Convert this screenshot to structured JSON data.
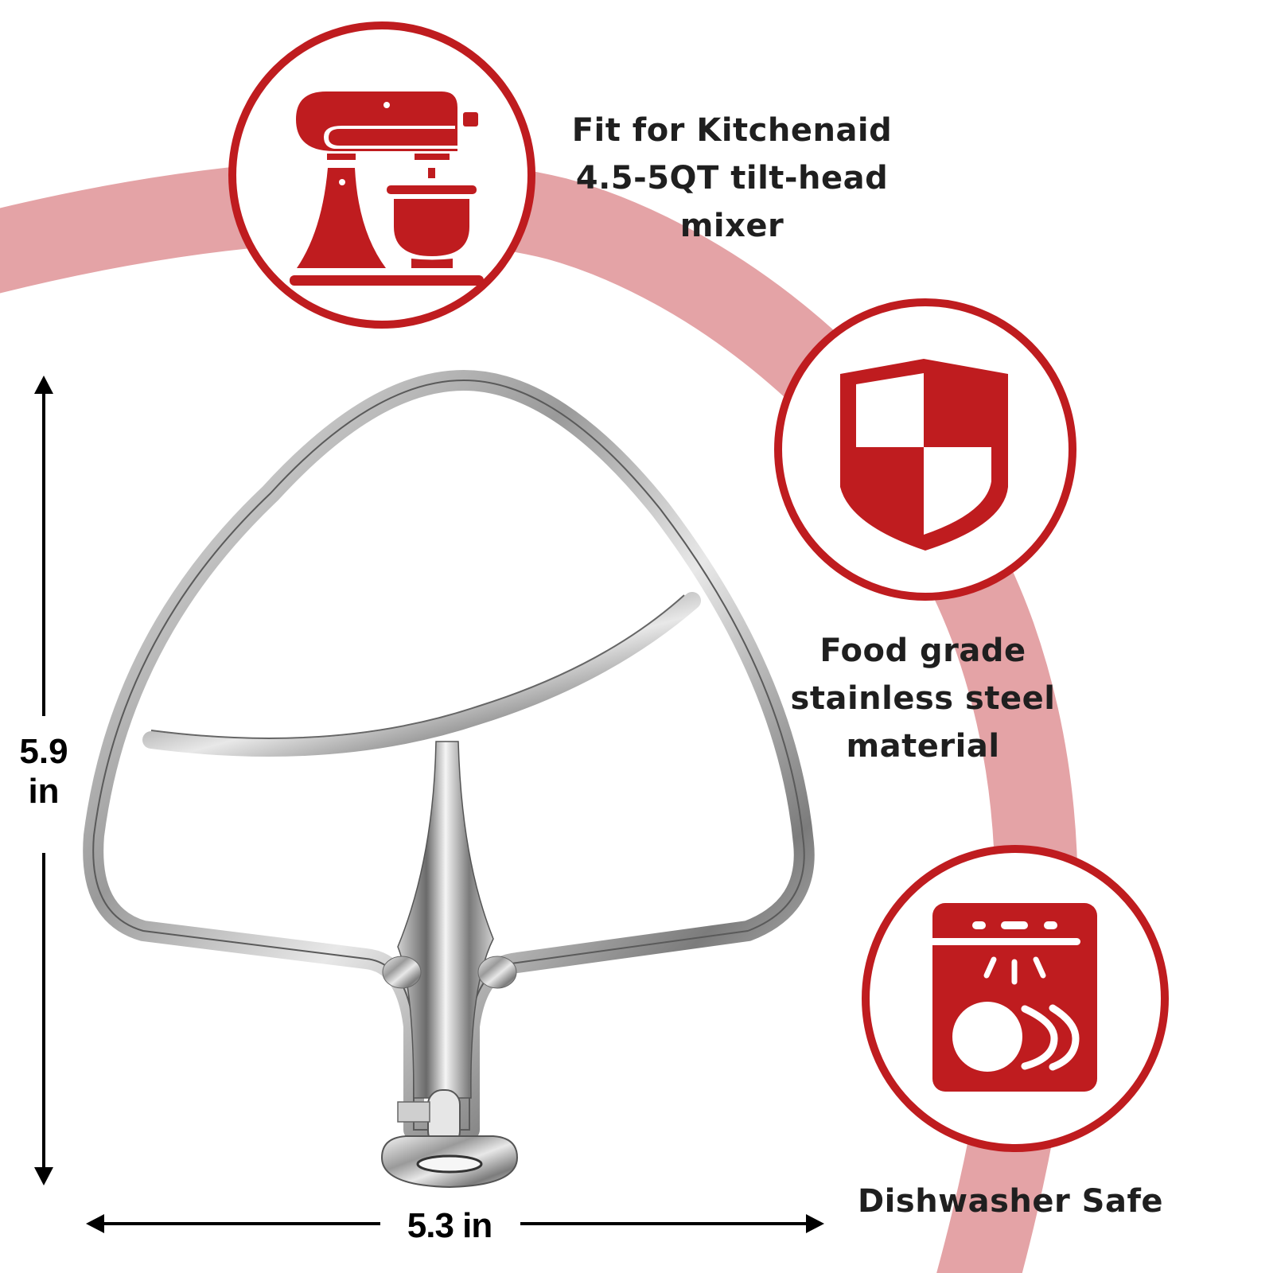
{
  "colors": {
    "accent_red": "#bf1c1f",
    "arc_pink": "#e4a3a6",
    "text_dark": "#1f1f1f",
    "background": "#ffffff"
  },
  "features": [
    {
      "icon": "stand-mixer-icon",
      "lines": [
        "Fit for Kitchenaid",
        "4.5-5QT tilt-head",
        "mixer"
      ]
    },
    {
      "icon": "shield-icon",
      "lines": [
        "Food grade",
        "stainless steel",
        "material"
      ]
    },
    {
      "icon": "dishwasher-icon",
      "lines": [
        "Dishwasher Safe"
      ]
    }
  ],
  "dimensions": {
    "height_value": "5.9",
    "height_unit": "in",
    "width_label": "5.3 in"
  },
  "product": {
    "image": "flat-beater-paddle"
  }
}
